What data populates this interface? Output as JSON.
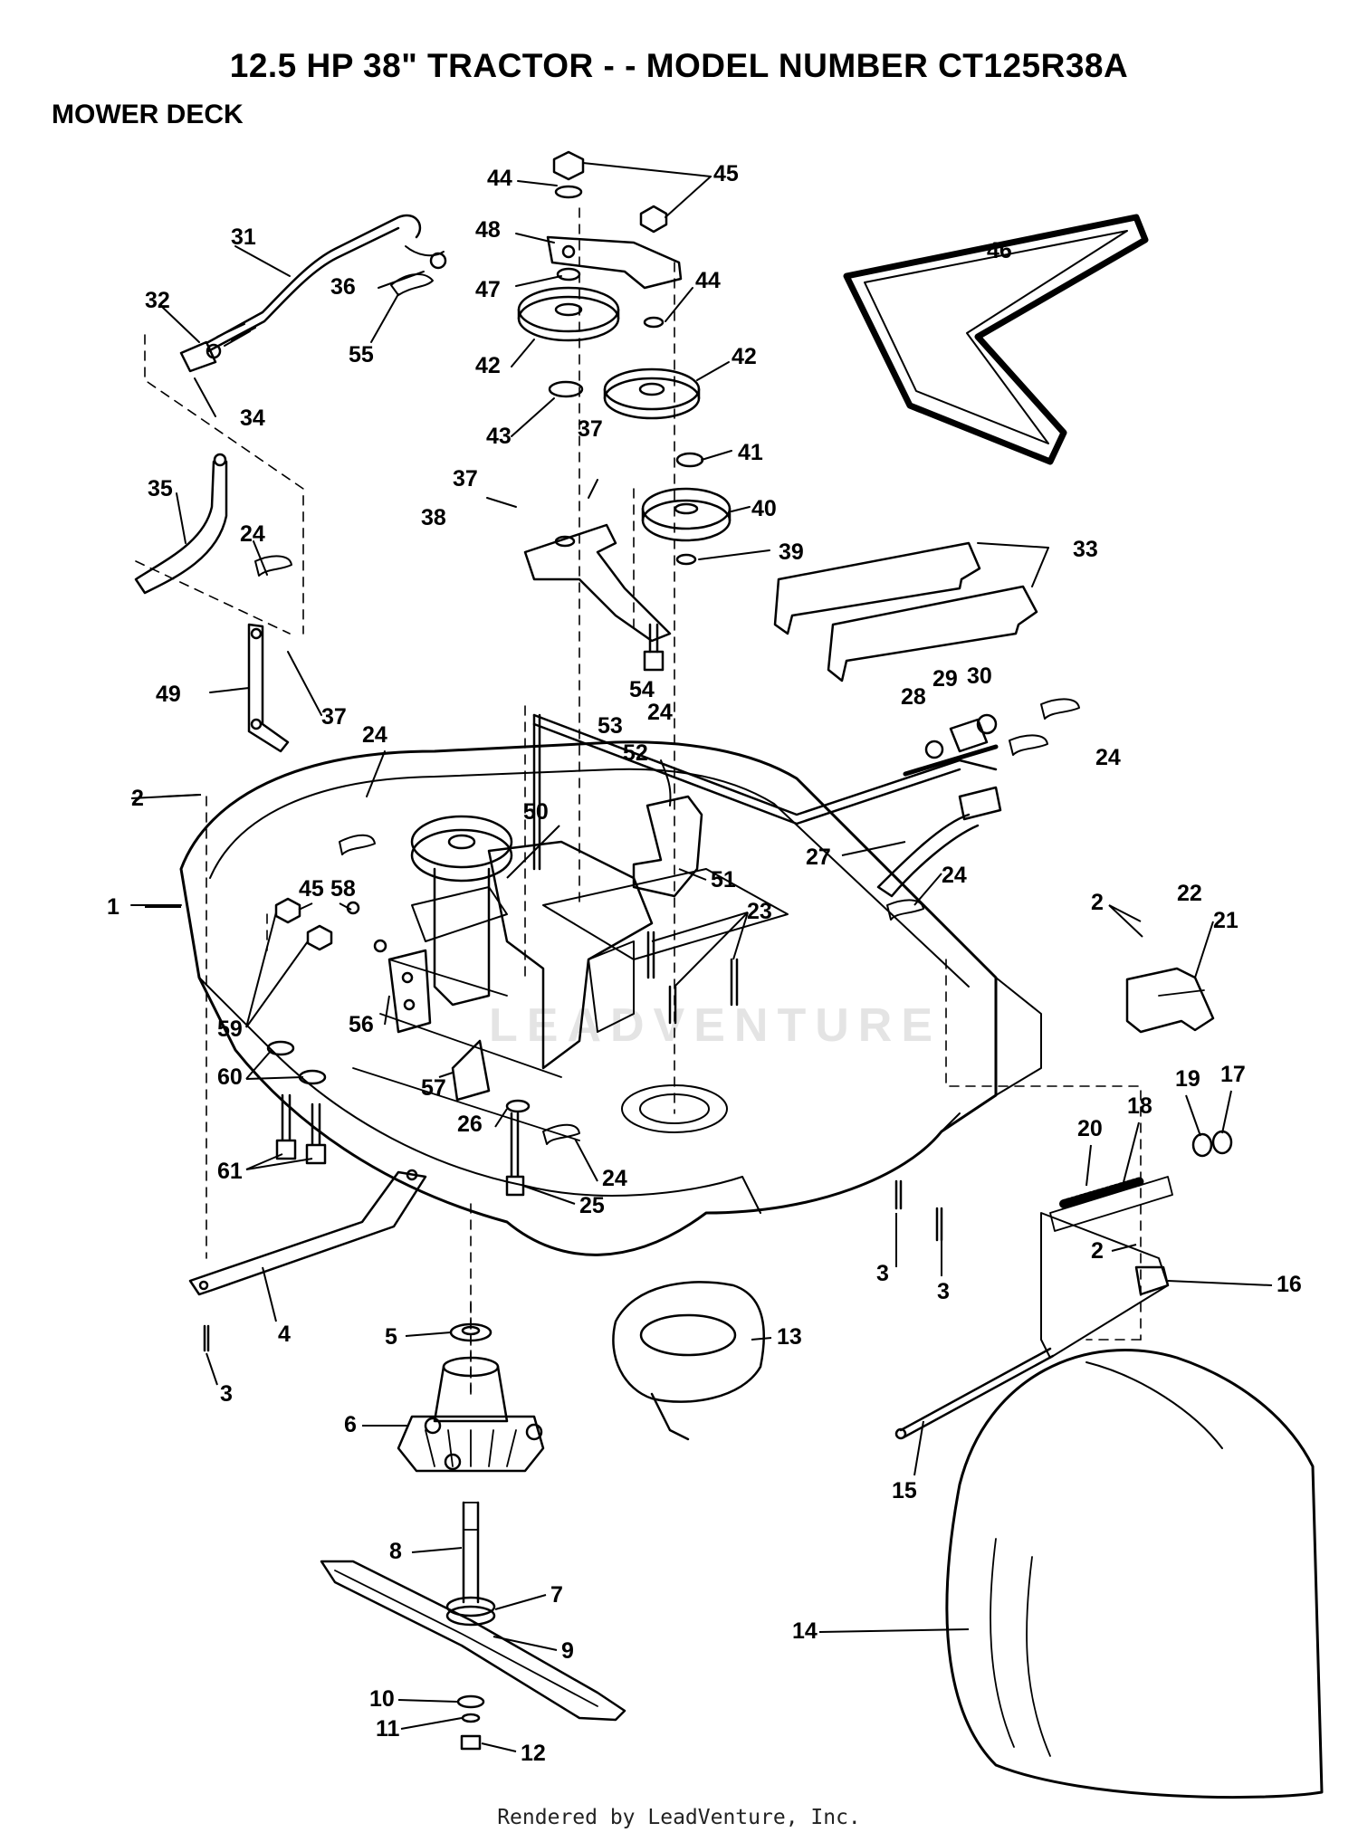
{
  "document": {
    "title": "12.5 HP 38\" TRACTOR - - MODEL NUMBER CT125R38A",
    "section": "MOWER DECK",
    "watermark": "LEADVENTURE",
    "footer": "Rendered by LeadVenture, Inc."
  },
  "callouts": {
    "c1": "1",
    "c2a": "2",
    "c2b": "2",
    "c2c": "2",
    "c3a": "3",
    "c3b": "3",
    "c3c": "3",
    "c4": "4",
    "c5": "5",
    "c6": "6",
    "c7": "7",
    "c8": "8",
    "c9": "9",
    "c10": "10",
    "c11": "11",
    "c12": "12",
    "c13": "13",
    "c14": "14",
    "c15": "15",
    "c16": "16",
    "c17": "17",
    "c18": "18",
    "c19": "19",
    "c20": "20",
    "c21": "21",
    "c22": "22",
    "c23": "23",
    "c24a": "24",
    "c24b": "24",
    "c24c": "24",
    "c24d": "24",
    "c24e": "24",
    "c24f": "24",
    "c25": "25",
    "c26": "26",
    "c27": "27",
    "c28": "28",
    "c29": "29",
    "c30": "30",
    "c31": "31",
    "c32": "32",
    "c33": "33",
    "c34": "34",
    "c35": "35",
    "c36": "36",
    "c37a": "37",
    "c37b": "37",
    "c37c": "37",
    "c38": "38",
    "c39": "39",
    "c40": "40",
    "c41": "41",
    "c42a": "42",
    "c42b": "42",
    "c43": "43",
    "c44a": "44",
    "c44b": "44",
    "c45a": "45",
    "c45b": "45",
    "c46": "46",
    "c47": "47",
    "c48": "48",
    "c49": "49",
    "c50": "50",
    "c51": "51",
    "c52": "52",
    "c53": "53",
    "c54": "54",
    "c55": "55",
    "c56": "56",
    "c57": "57",
    "c58": "58",
    "c59": "59",
    "c60": "60",
    "c61": "61"
  }
}
